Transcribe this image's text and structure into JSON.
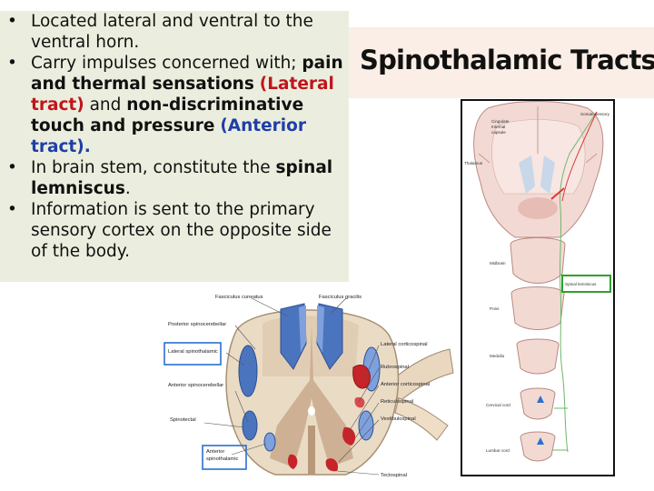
{
  "bullets": {
    "b1": {
      "t1": "Located lateral and ventral to the ventral horn."
    },
    "b2": {
      "t1": "Carry impulses concerned with; ",
      "t2": "pain and thermal sensations",
      "t3": "(Lateral tract)",
      "t4": " and ",
      "t5": "non-discriminative touch and pressure",
      "t6": "(Anterior tract)."
    },
    "b3": {
      "t1": "In brain stem, constitute the ",
      "t2": "spinal lemniscus",
      "t3": "."
    },
    "b4": {
      "t1": "Information is sent to the primary sensory cortex on the opposite side of the body."
    }
  },
  "title": "Spinothalamic Tracts",
  "cord_figure": {
    "labels": {
      "fasciculus_cuneatus": "Fasciculus cuneatus",
      "fasciculus_gracilis": "Fasciculus gracilis",
      "posterior_spinocerebellar": "Posterior spinocerebellar",
      "lateral_spinothalamic": "Lateral spinothalamic",
      "anterior_spinocerebellar": "Anterior spinocerebellar",
      "spinotectal": "Spinotectal",
      "anterior_spinothalamic_1": "Anterior",
      "anterior_spinothalamic_2": "spinothalamic",
      "lateral_corticospinal": "Lateral corticospinal",
      "rubrospinal": "Rubrospinal",
      "anterior_corticospinal": "Anterior corticospinal",
      "reticulospinal": "Reticulospinal",
      "vestibulospinal": "Vestibulospinal",
      "tectospinal": "Tectospinal"
    }
  },
  "pathway_figure": {
    "labels": {
      "top_left_1": "Cingulate",
      "top_right": "Somatosensory",
      "internal_capsule_1": "Internal",
      "internal_capsule_2": "capsule",
      "thalamus": "Thalamus",
      "midbrain": "Midbrain",
      "pons": "Pons",
      "medulla": "Medulla",
      "spinal_lemniscus": "Spinal lemniscus",
      "cervical_cord": "Cervical cord",
      "lumbar_cord": "Lumbar cord"
    }
  },
  "colors": {
    "text_box_bg": "#ebeede",
    "title_box_bg": "#fbeee6",
    "red_text": "#c0151b",
    "blue_text": "#1f3ea8",
    "highlight_blue": "#2a6fd1",
    "highlight_green": "#2ea02e"
  }
}
